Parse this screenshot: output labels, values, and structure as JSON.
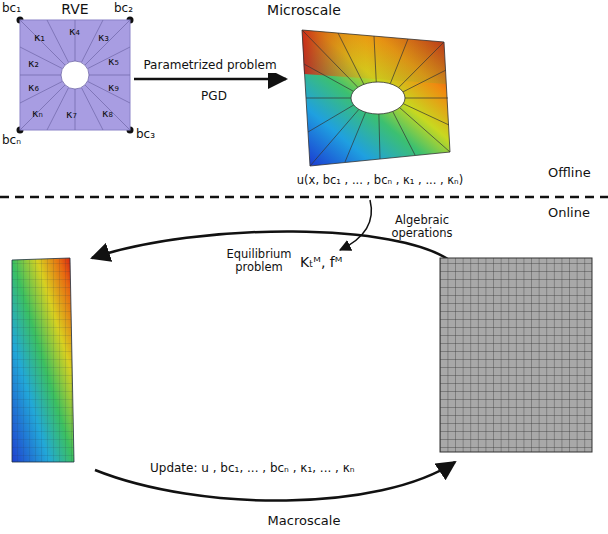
{
  "diagram": {
    "nodes": [
      {
        "text": [
          "RVE",
          "κ₁",
          "κ₄",
          "κ₃",
          "κ₂",
          "κ₅",
          "κ₆",
          "κ₉",
          "κ₇",
          "κₙ",
          "κ₈"
        ]
      },
      {
        "text": [
          "u(x, bc₁ , ... , bcₙ , κ₁ , ... , κₙ)"
        ]
      }
    ],
    "edges": [
      {
        "from": 0,
        "to": 1,
        "arrow": "to",
        "label": "Parametrized problem"
      }
    ],
    "labels": [
      "Microscale",
      "bc₁",
      "bc₂",
      "bc₃",
      "bcₙ",
      "PGD",
      "Offline",
      "Online",
      "Algebraic operations",
      "Equilibrium problem",
      "Kₜᴹ, fᴹ",
      "Update: u , bc₁, ... , bcₙ , κ₁, ... , κₙ",
      "Macroscale"
    ]
  }
}
